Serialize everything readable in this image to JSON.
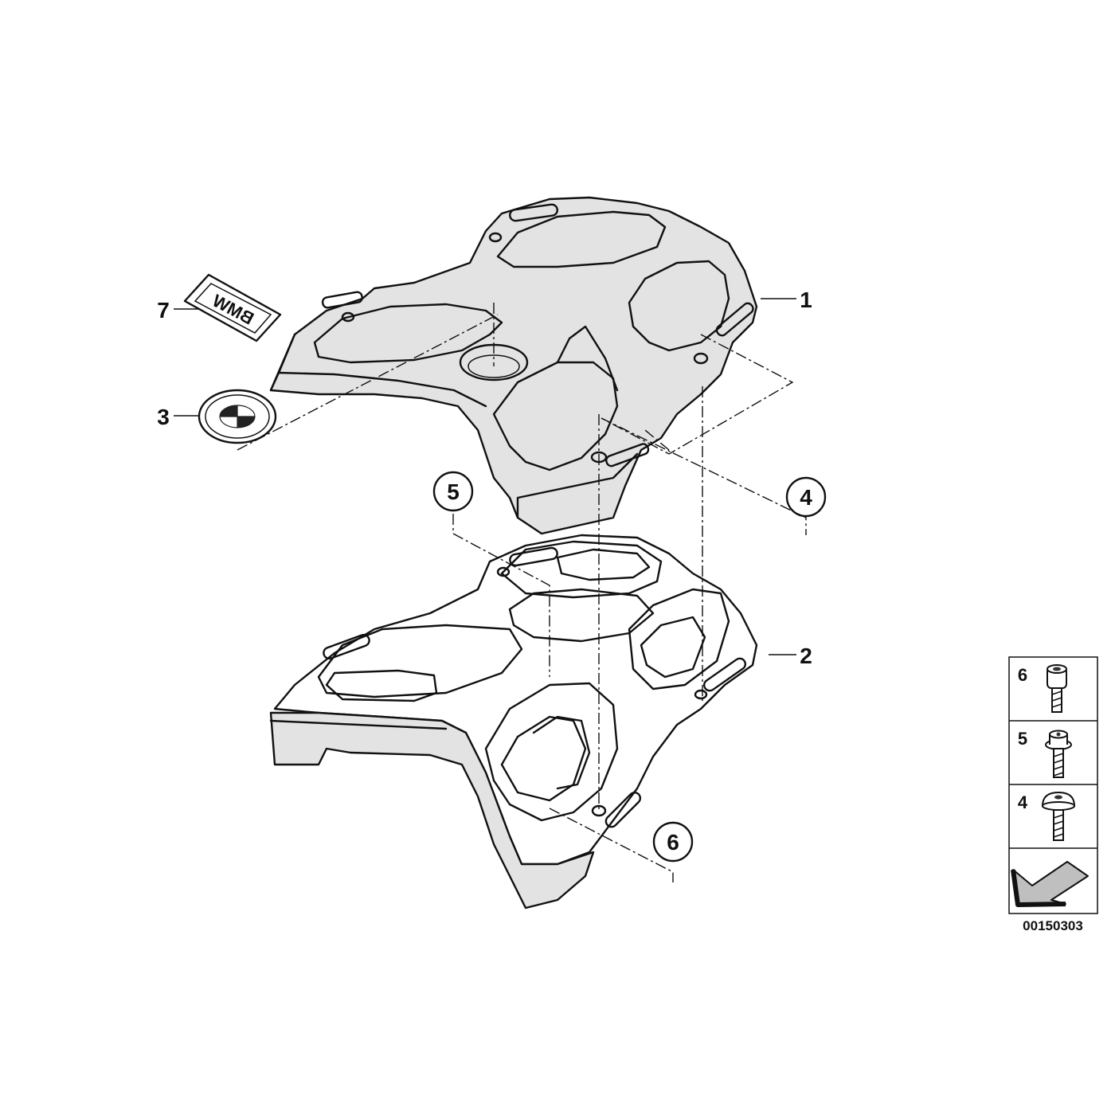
{
  "callouts": {
    "c1": "1",
    "c2": "2",
    "c3": "3",
    "c4": "4",
    "c5": "5",
    "c6": "6",
    "c7": "7"
  },
  "emblem_text": "BMW",
  "legend": {
    "items": [
      {
        "label": "6",
        "icon": "socket-head-bolt-icon"
      },
      {
        "label": "5",
        "icon": "flange-bolt-icon"
      },
      {
        "label": "4",
        "icon": "pan-head-bolt-icon"
      }
    ],
    "arrow_icon": "direction-arrow-icon"
  },
  "diagram_code": "00150303"
}
